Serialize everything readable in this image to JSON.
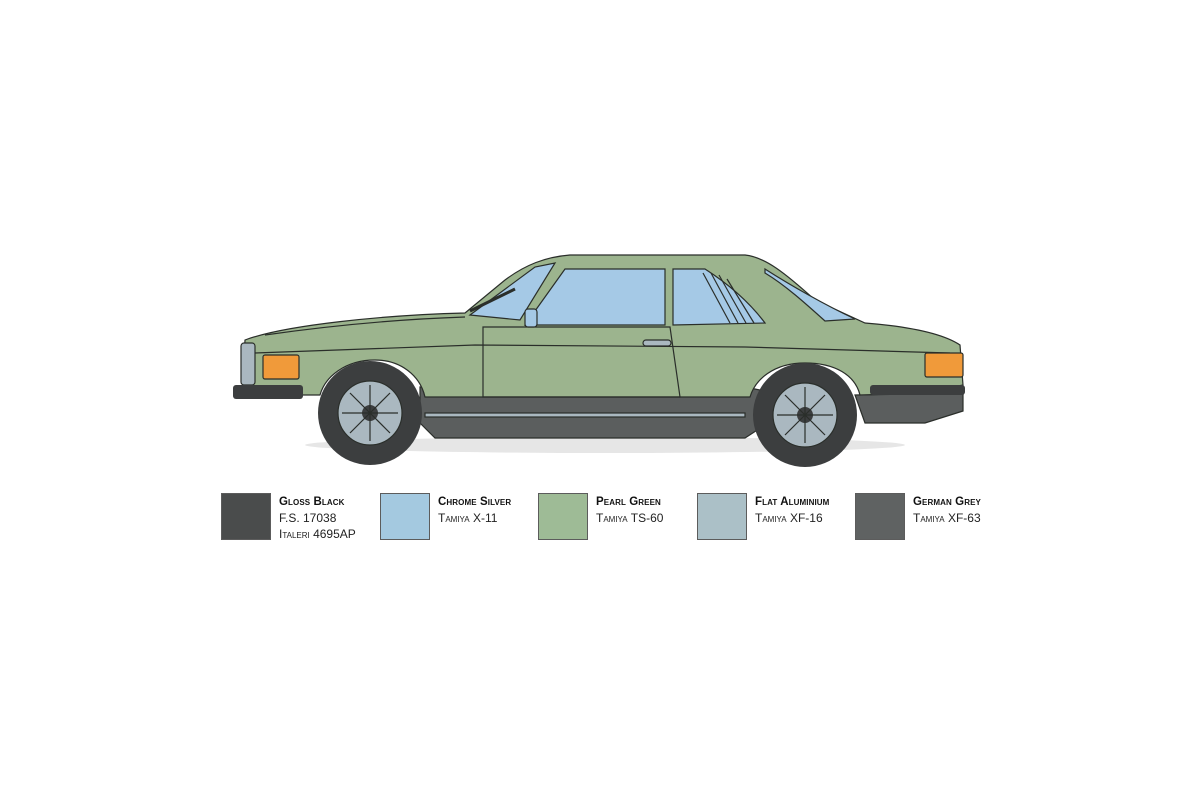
{
  "colors": {
    "body": "#9cb48e",
    "body_shadow": "#889f7b",
    "glass": "#a5c9e6",
    "rocker": "#5b5e5e",
    "tire": "#3c3e3f",
    "wheel": "#aab8c0",
    "indicator": "#f09a3a",
    "outline": "#2a2e2a"
  },
  "paint_guide": [
    {
      "name": "Gloss Black",
      "codes": [
        "F.S. 17038",
        "Italeri 4695AP"
      ],
      "color": "#4a4c4c"
    },
    {
      "name": "Chrome Silver",
      "codes": [
        "Tamiya X-11"
      ],
      "color": "#a4c9e0"
    },
    {
      "name": "Pearl Green",
      "codes": [
        "Tamiya TS-60"
      ],
      "color": "#9ebb96"
    },
    {
      "name": "Flat Aluminium",
      "codes": [
        "Tamiya XF-16"
      ],
      "color": "#abc0c7"
    },
    {
      "name": "German Grey",
      "codes": [
        "Tamiya XF-63"
      ],
      "color": "#5f6262"
    }
  ]
}
